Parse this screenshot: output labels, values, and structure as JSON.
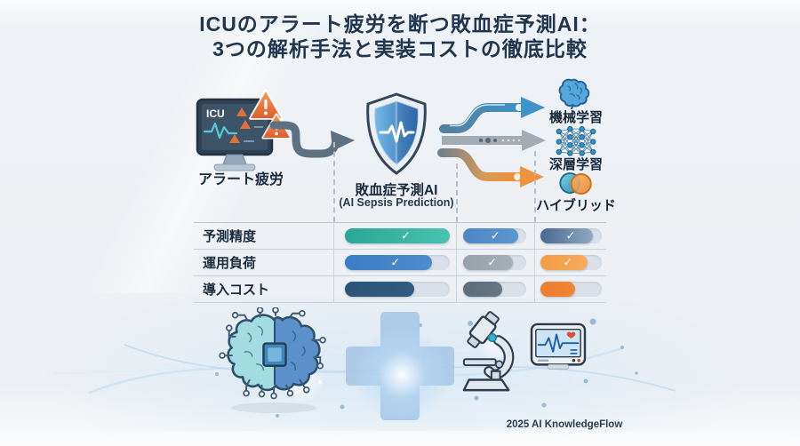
{
  "title": {
    "line1": "ICUのアラート疲労を断つ敗血症予測AI：",
    "line2": "3つの解析手法と実装コストの徹底比較"
  },
  "flow": {
    "source_label": "アラート疲労",
    "monitor_screen_text": "ICU",
    "center_label": "敗血症予測AI",
    "center_sublabel": "(AI Sepsis Prediction)",
    "methods": [
      {
        "label": "機械学習",
        "icon": "brain-icon",
        "arrow_color": "#3e93c8"
      },
      {
        "label": "深層学習",
        "icon": "neural-network-icon",
        "arrow_color": "#a3acb4"
      },
      {
        "label": "ハイブリッド",
        "icon": "hybrid-circles-icon",
        "arrow_color": "#ef9340"
      }
    ]
  },
  "comparison": {
    "columns": [
      "機械学習",
      "深層学習",
      "ハイブリッド"
    ],
    "rows": [
      {
        "label": "予測精度",
        "cells": [
          {
            "fill_pct": 100,
            "color": "#2aa797",
            "color2": "#49c2b1",
            "check": true
          },
          {
            "fill_pct": 88,
            "color": "#4d86c3",
            "color2": "#5c95cf",
            "check": true
          },
          {
            "fill_pct": 85,
            "color": "#47688f",
            "color2": "#90a9c0",
            "check": true
          }
        ]
      },
      {
        "label": "運用負荷",
        "cells": [
          {
            "fill_pct": 83,
            "color": "#3b7dc4",
            "color2": "#4e8ccd",
            "check": true
          },
          {
            "fill_pct": 79,
            "color": "#97a1a9",
            "color2": "#a6afb6",
            "check": true
          },
          {
            "fill_pct": 77,
            "color": "#f39d44",
            "color2": "#f6ab5c",
            "check": true
          }
        ]
      },
      {
        "label": "導入コスト",
        "cells": [
          {
            "fill_pct": 66,
            "color": "#2c5478",
            "color2": "#2f5b82",
            "check": false
          },
          {
            "fill_pct": 62,
            "color": "#5d6c78",
            "color2": "#667684",
            "check": false
          },
          {
            "fill_pct": 57,
            "color": "#ed7d2b",
            "color2": "#f08637",
            "check": false
          }
        ]
      }
    ]
  },
  "footer": {
    "credit": "2025 AI KnowledgeFlow"
  }
}
